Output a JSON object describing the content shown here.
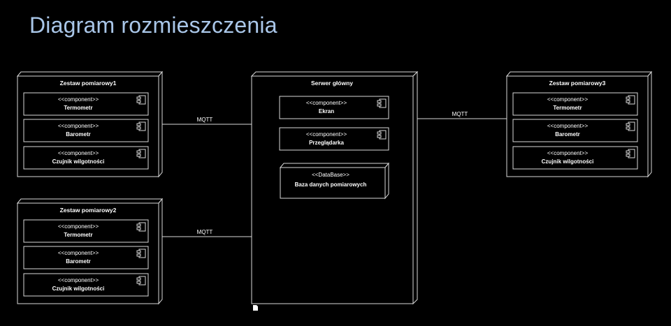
{
  "title": "Diagram rozmieszczenia",
  "nodes": [
    {
      "label": "Zestaw pomiarowy1",
      "components": [
        {
          "stereotype": "<<component>>",
          "name": "Termometr"
        },
        {
          "stereotype": "<<component>>",
          "name": "Barometr"
        },
        {
          "stereotype": "<<component>>",
          "name": "Czujnik wilgotności"
        }
      ]
    },
    {
      "label": "Zestaw pomiarowy2",
      "components": [
        {
          "stereotype": "<<component>>",
          "name": "Termometr"
        },
        {
          "stereotype": "<<component>>",
          "name": "Barometr"
        },
        {
          "stereotype": "<<component>>",
          "name": "Czujnik wilgotności"
        }
      ]
    },
    {
      "label": "Serwer główny",
      "components": [
        {
          "stereotype": "<<component>>",
          "name": "Ekran"
        },
        {
          "stereotype": "<<component>>",
          "name": "Przeglądarka"
        }
      ],
      "database": {
        "stereotype": "<<DataBase>>",
        "name": "Baza danych pomiarowych"
      }
    },
    {
      "label": "Zestaw pomiarowy3",
      "components": [
        {
          "stereotype": "<<component>>",
          "name": "Termometr"
        },
        {
          "stereotype": "<<component>>",
          "name": "Barometr"
        },
        {
          "stereotype": "<<component>>",
          "name": "Czujnik wilgotności"
        }
      ]
    }
  ],
  "connections": [
    {
      "from": "Zestaw pomiarowy1",
      "to": "Serwer główny",
      "label": "MQTT"
    },
    {
      "from": "Zestaw pomiarowy2",
      "to": "Serwer główny",
      "label": "MQTT"
    },
    {
      "from": "Serwer główny",
      "to": "Zestaw pomiarowy3",
      "label": "MQTT"
    }
  ]
}
